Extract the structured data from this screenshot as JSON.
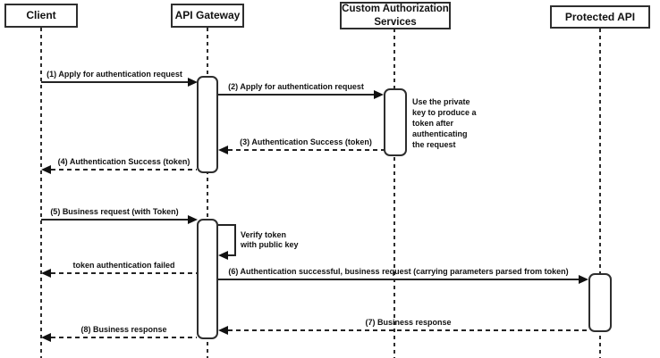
{
  "diagram": {
    "kind": "uml-sequence-diagram",
    "colors": {
      "stroke": "#2e2e2e",
      "background": "#ffffff",
      "text": "#111111"
    },
    "actors": [
      {
        "label": "Client"
      },
      {
        "label": "API Gateway"
      },
      {
        "label": "Custom Authorization\nServices"
      },
      {
        "label": "Protected API"
      }
    ],
    "messages": [
      {
        "label": "(1) Apply for authentication request",
        "from": "Client",
        "to": "API Gateway",
        "line": "solid"
      },
      {
        "label": "(2) Apply for authentication request",
        "from": "API Gateway",
        "to": "Custom Authorization Services",
        "line": "solid"
      },
      {
        "label": "(3) Authentication Success (token)",
        "from": "Custom Authorization Services",
        "to": "API Gateway",
        "line": "dashed"
      },
      {
        "label": "(4) Authentication Success (token)",
        "from": "API Gateway",
        "to": "Client",
        "line": "dashed"
      },
      {
        "label": "(5) Business request (with Token)",
        "from": "Client",
        "to": "API Gateway",
        "line": "solid"
      },
      {
        "label": "Verify token\nwith public key",
        "from": "API Gateway",
        "to": "API Gateway",
        "line": "self"
      },
      {
        "label": "token authentication failed",
        "from": "API Gateway",
        "to": "Client",
        "line": "dashed"
      },
      {
        "label": "(6) Authentication successful, business request (carrying parameters parsed from token)",
        "from": "API Gateway",
        "to": "Protected API",
        "line": "solid"
      },
      {
        "label": "(7) Business response",
        "from": "Protected API",
        "to": "API Gateway",
        "line": "dashed"
      },
      {
        "label": "(8) Business response",
        "from": "API Gateway",
        "to": "Client",
        "line": "dashed"
      }
    ],
    "note": {
      "text": "Use the private\nkey to produce a\ntoken after\nauthenticating\nthe request",
      "attached_to": "Custom Authorization Services"
    }
  }
}
